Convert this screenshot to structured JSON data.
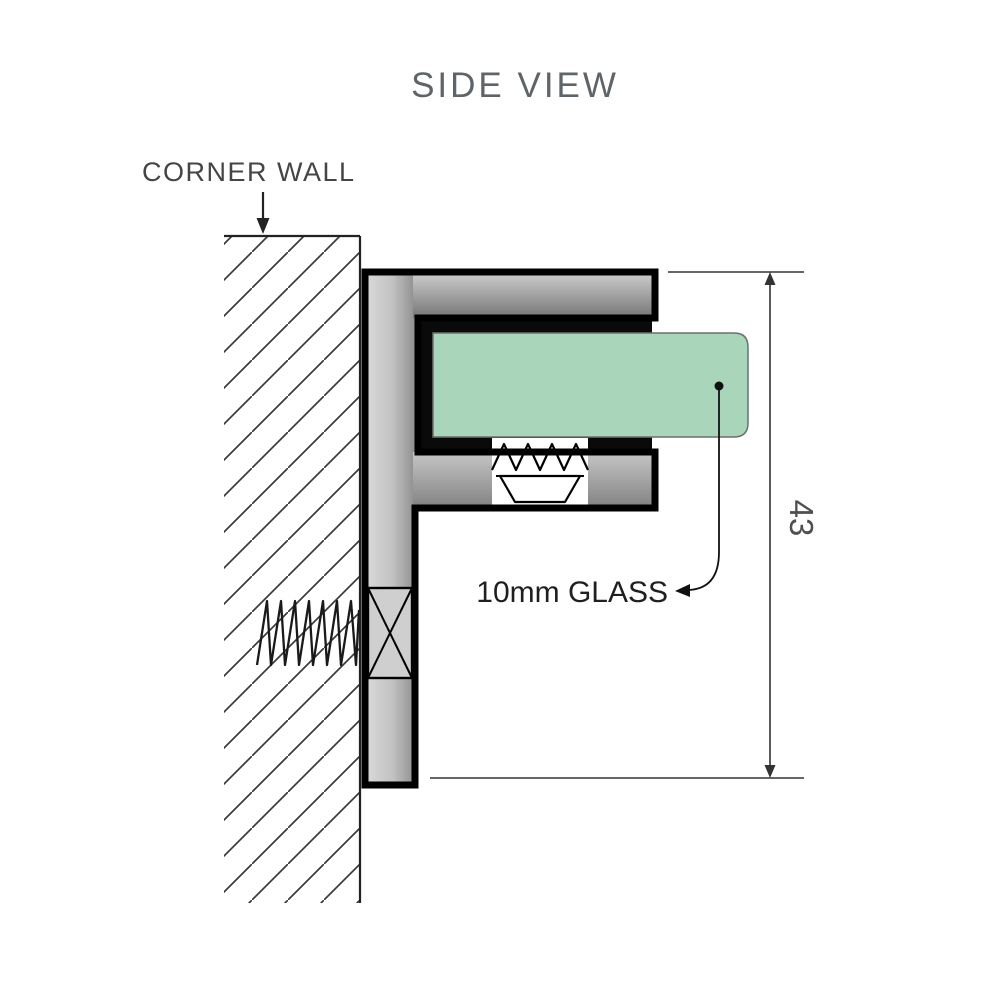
{
  "title": "SIDE VIEW",
  "labels": {
    "corner_wall": "CORNER WALL",
    "glass_callout": "10mm GLASS",
    "dimension_height": "43"
  },
  "colors": {
    "glass_green": "#a9d6bb",
    "metal_gray": "#bdbdbd",
    "outline_black": "#000000",
    "title_gray": "#5f6468",
    "label_gray": "#454545",
    "callout_black": "#1f1f1f",
    "dimension_gray": "#4f4f4f"
  },
  "diagram": {
    "type": "technical-drawing",
    "view": "side",
    "glass_thickness": "10mm",
    "bracket_height": "43",
    "parts": [
      "corner wall",
      "hatched wall section",
      "glass clamp bracket",
      "wall fixing screw",
      "grub screw",
      "glass panel",
      "height dimension"
    ]
  }
}
